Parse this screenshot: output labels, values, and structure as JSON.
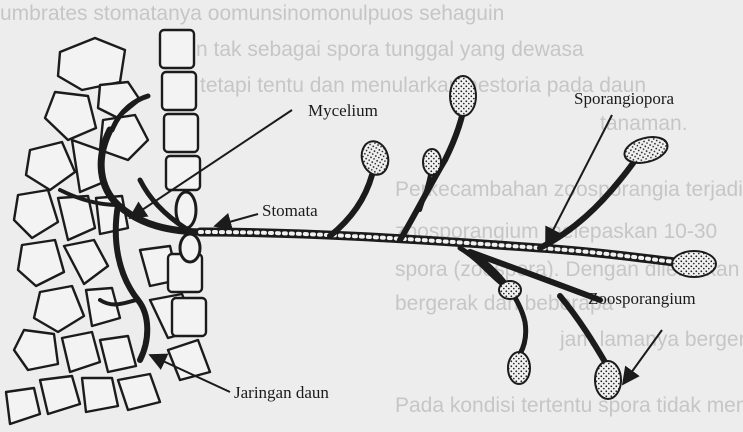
{
  "figure": {
    "labels": {
      "mycelium": "Mycelium",
      "stomata": "Stomata",
      "sporangiopora": "Sporangiopora",
      "zoosporangium": "Zoosporangium",
      "jaringan_daun": "Jaringan daun"
    }
  },
  "background_text": {
    "lines": [
      "umbrates stomatanya oomunsinomonulpuos sehaguin",
      "lain tak sebagai spora tunggal yang dewasa",
      "tetapi tentu dan menularkan nestoria pada daun",
      "tanaman.",
      "Perkecambahan zoosporangia terjadi pada",
      "zoosporangium melepaskan 10-30",
      "spora (zoospora). Dengan dilekatkan pada",
      "bergerak dan beberapa",
      "jam lamanya bergerak",
      "Pada kondisi tertentu spora tidak membentuk"
    ]
  },
  "colors": {
    "paper": "#ededed",
    "ink": "#1b1b1b",
    "ghost_text": "#c6c6c6"
  }
}
